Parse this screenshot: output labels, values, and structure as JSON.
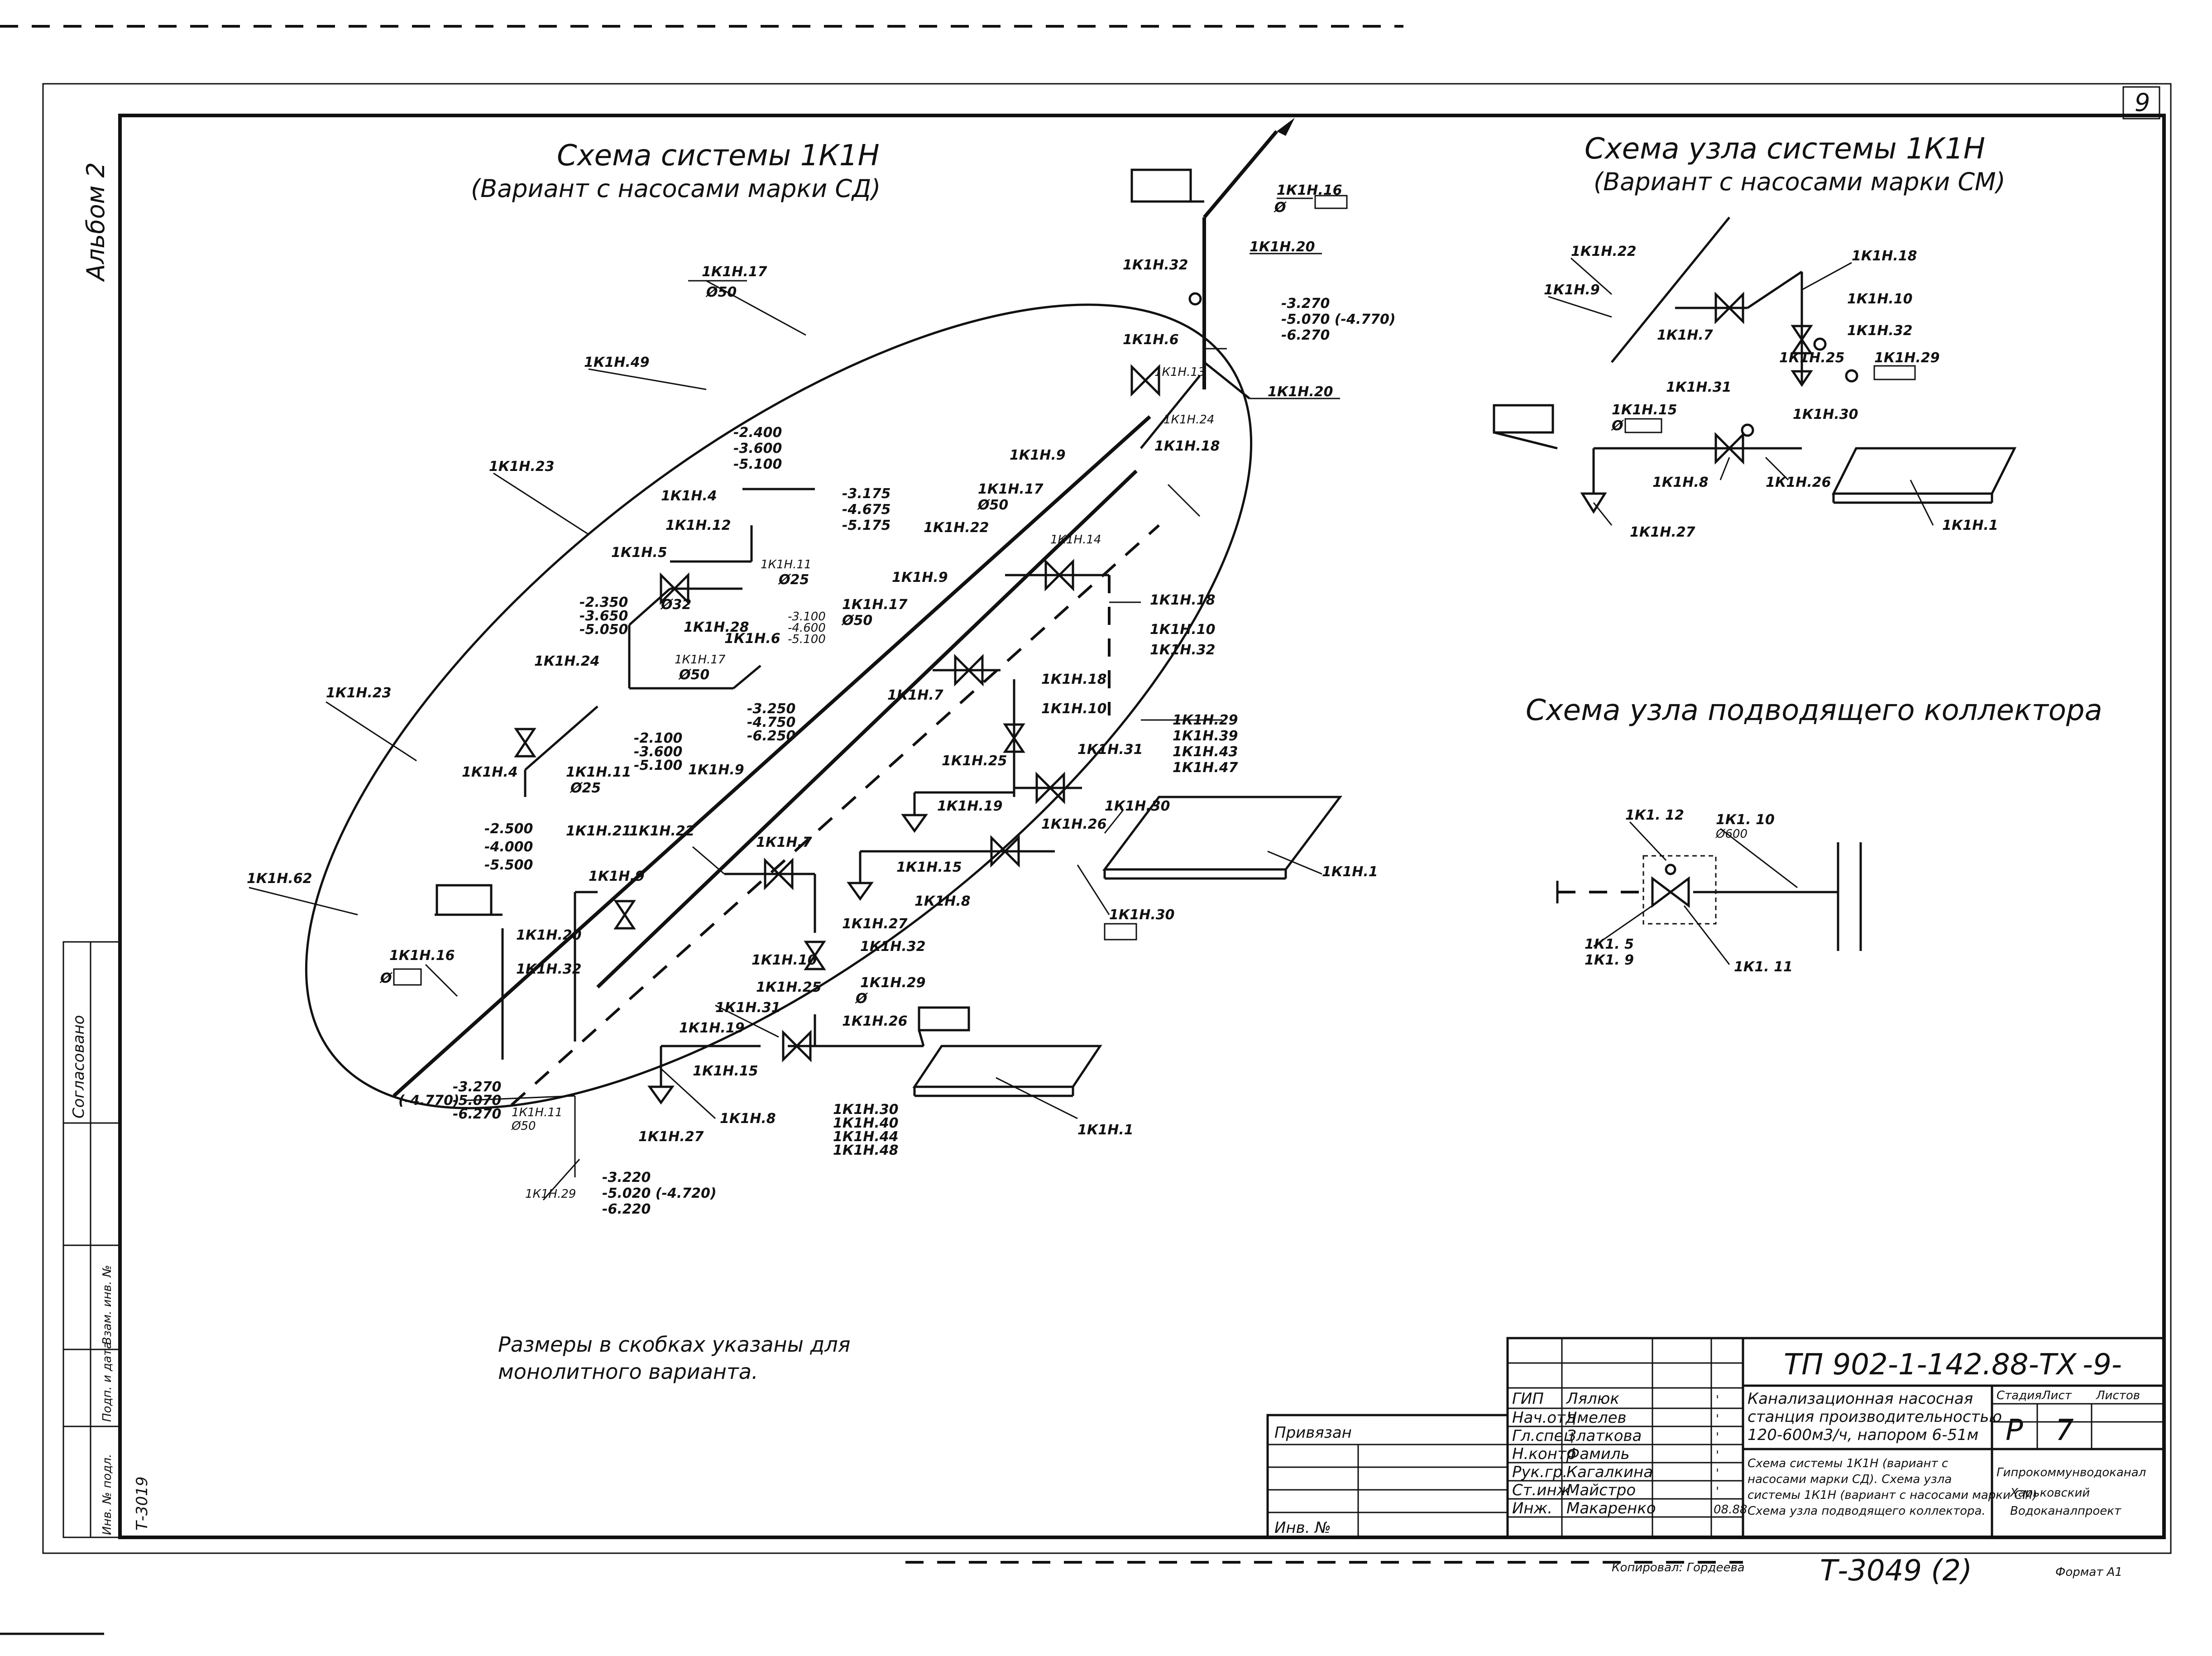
{
  "titles": {
    "main_title": "Схема системы 1К1Н",
    "main_subtitle": "(Вариант с насосами марки СД)",
    "node_title": "Схема узла системы 1К1Н",
    "node_subtitle": "(Вариант с насосами марки СМ)",
    "collector_title": "Схема узла подводящего коллектора",
    "album": "Альбом 2",
    "page_number": "9"
  },
  "note": {
    "line1": "Размеры в скобках указаны для",
    "line2": "монолитного варианта."
  },
  "main_labels": {
    "l_1k1h17_top": "1К1Н.17",
    "l_d50_top": "Ø50",
    "l_1k1h49": "1К1Н.49",
    "l_1k1h23_a": "1К1Н.23",
    "l_1k1h23_b": "1К1Н.23",
    "l_1k1h62": "1К1Н.62",
    "l_1k1h16_top": "1К1Н.16",
    "l_1k1h32_top": "1К1Н.32",
    "l_1k1h20_a": "1К1Н.20",
    "l_1k1h20_b": "1К1Н.20",
    "l_1k1h6": "1К1Н.6",
    "l_1k1h13": "1К1Н.13",
    "l_1k1h24_r": "1К1Н.24",
    "l_1k1h18_r": "1К1Н.18",
    "l_1k1h9_a": "1К1Н.9",
    "l_1k1h17_b": "1К1Н.17",
    "l_d50_b": "Ø50",
    "l_1k1h22_a": "1К1Н.22",
    "l_1k1h14": "1К1Н.14",
    "l_1k1h18_b": "1К1Н.18",
    "l_1k1h10_a": "1К1Н.10",
    "l_1k1h32_a": "1К1Н.32",
    "l_1k1h9_b": "1К1Н.9",
    "l_1k1h4_a": "1К1Н.4",
    "l_1k1h12": "1К1Н.12",
    "l_1k1h11_a": "1К1Н.11",
    "l_d25_a": "Ø25",
    "l_1k1h5": "1К1Н.5",
    "l_d32": "Ø32",
    "l_1k1h28": "1К1Н.28",
    "l_1k1h6_b": "1К1Н.6",
    "l_1k1h17_c": "1К1Н.17",
    "l_d50_c": "Ø50",
    "l_1k1h17_d": "1К1Н.17",
    "l_d50_d": "Ø50",
    "l_1k1h24": "1К1Н.24",
    "l_1k1h7_a": "1К1Н.7",
    "l_1k1h18_c": "1К1Н.18",
    "l_1k1h10_b": "1К1Н.10",
    "l_1k1h4_b": "1К1Н.4",
    "l_1k1h11_b": "1К1Н.11",
    "l_d25_b": "Ø25",
    "l_1k1h9_c": "1К1Н.9",
    "l_1k1h25_a": "1К1Н.25",
    "l_1k1h31_a": "1К1Н.31",
    "l_1k1h19_a": "1К1Н.19",
    "l_1k1h30_a": "1К1Н.30",
    "l_1k1h26_a": "1К1Н.26",
    "l_1k1h15_a": "1К1Н.15",
    "l_1k1h8_a": "1К1Н.8",
    "l_1k1h27_a": "1К1Н.27",
    "l_1k1h30_b": "1К1Н.30",
    "l_1k1h1_a": "1К1Н.1",
    "l_1k1h21": "1К1Н.21",
    "l_1k1h22_b": "1К1Н.22",
    "l_1k1h9_d": "1К1Н.9",
    "l_1k1h7_b": "1К1Н.7",
    "l_1k1h20_c": "1К1Н.20",
    "l_1k1h16_b": "1К1Н.16",
    "l_1k1h32_b": "1К1Н.32",
    "l_1k1h10_c": "1К1Н.10",
    "l_1k1h32_c": "1К1Н.32",
    "l_1k1h25_b": "1К1Н.25",
    "l_1k1h29": "1К1Н.29",
    "l_1k1h31_b": "1К1Н.31",
    "l_1k1h26_b": "1К1Н.26",
    "l_1k1h19_b": "1К1Н.19",
    "l_1k1h15_b": "1К1Н.15",
    "l_1k1h27_b": "1К1Н.27",
    "l_1k1h8_b": "1К1Н.8",
    "l_1k1h1_b": "1К1Н.1",
    "l_1k1h11_c": "1К1Н.11",
    "l_d50_e": "Ø50",
    "l_1k1h29_b": "1К1Н.29",
    "l_diam": "Ø"
  },
  "elevations": {
    "e1": [
      "-2.400",
      "-3.600",
      "-5.100"
    ],
    "e2": [
      "-3.175",
      "-4.675",
      "-5.175"
    ],
    "e3": [
      "-2.350",
      "-3.650",
      "-5.050"
    ],
    "e4": [
      "-3.100",
      "-4.600",
      "-5.100"
    ],
    "e5": [
      "-3.250",
      "-4.750",
      "-6.250"
    ],
    "e6": [
      "-2.100",
      "-3.600",
      "-5.100"
    ],
    "e7": [
      "-3.270",
      "-5.070 (-4.770)",
      "-6.270"
    ],
    "e8": [
      "-2.500",
      "-4.000",
      "-5.500"
    ],
    "e9": [
      "-3.270",
      "-5.070",
      "-6.270"
    ],
    "e9_paren": "(-4.770)",
    "e10": [
      "-3.220",
      "-5.020 (-4.720)",
      "-6.220"
    ],
    "stack_r": [
      "1К1Н.29",
      "1К1Н.39",
      "1К1Н.43",
      "1К1Н.47"
    ],
    "stack_b": [
      "1К1Н.30",
      "1К1Н.40",
      "1К1Н.44",
      "1К1Н.48"
    ]
  },
  "node_labels": {
    "n_1k1h22": "1К1Н.22",
    "n_1k1h9": "1К1Н.9",
    "n_1k1h7": "1К1Н.7",
    "n_1k1h18": "1К1Н.18",
    "n_1k1h10": "1К1Н.10",
    "n_1k1h32": "1К1Н.32",
    "n_1k1h25": "1К1Н.25",
    "n_1k1h29": "1К1Н.29",
    "n_1k1h31": "1К1Н.31",
    "n_1k1h15": "1К1Н.15",
    "n_d": "Ø",
    "n_1k1h30": "1К1Н.30",
    "n_1k1h8": "1К1Н.8",
    "n_1k1h26": "1К1Н.26",
    "n_1k1h27": "1К1Н.27",
    "n_1k1h1": "1К1Н.1"
  },
  "collector_labels": {
    "c_1k112": "1К1. 12",
    "c_1k110": "1К1. 10",
    "c_1k110_d": "Ø600",
    "c_1k15": "1К1. 5",
    "c_1k19": "1К1. 9",
    "c_1k111": "1К1. 11"
  },
  "stamp": {
    "code": "ТП 902-1-142.88-ТХ",
    "sheet_mark": "-9-",
    "privyazan": "Привязан",
    "inv": "Инв. №",
    "roles": [
      "ГИП",
      "Нач.отд",
      "Гл.спец",
      "Н.контр",
      "Рук.гр.",
      "Ст.инж",
      "Инж."
    ],
    "names": [
      "Лялюк",
      "Чмелев",
      "Златкова",
      "Фамиль",
      "Кагалкина",
      "Майстро",
      "Макаренко"
    ],
    "dates": [
      "'",
      "'",
      "'",
      "'",
      "'",
      "'",
      "08.88"
    ],
    "desc_line1": "Канализационная насосная",
    "desc_line2": "станция производительностью",
    "desc_line3": "120-600м3/ч, напором 6-51м",
    "sheet_desc1": "Схема системы 1К1Н (вариант с",
    "sheet_desc2": "насосами марки СД). Схема узла",
    "sheet_desc3": "системы 1К1Н (вариант с насосами марки СМ)",
    "sheet_desc4": "Схема узла подводящего коллектора.",
    "stage_hdr": "Стадия",
    "sheet_hdr": "Лист",
    "sheets_hdr": "Листов",
    "stage": "Р",
    "sheet": "7",
    "org1": "Гипрокоммунводоканал",
    "org2": "Харьковский",
    "org3": "Водоканалпроект",
    "archive": "Т-3049 (2)",
    "copied": "Копировал: Гордеева",
    "format": "Формат А1"
  },
  "side_stamp": {
    "t3019": "Т-3019",
    "agreed": "Согласовано",
    "v1": "Взам. инв. №",
    "v2": "Подп. и дата",
    "v3": "Инв. № подл."
  }
}
